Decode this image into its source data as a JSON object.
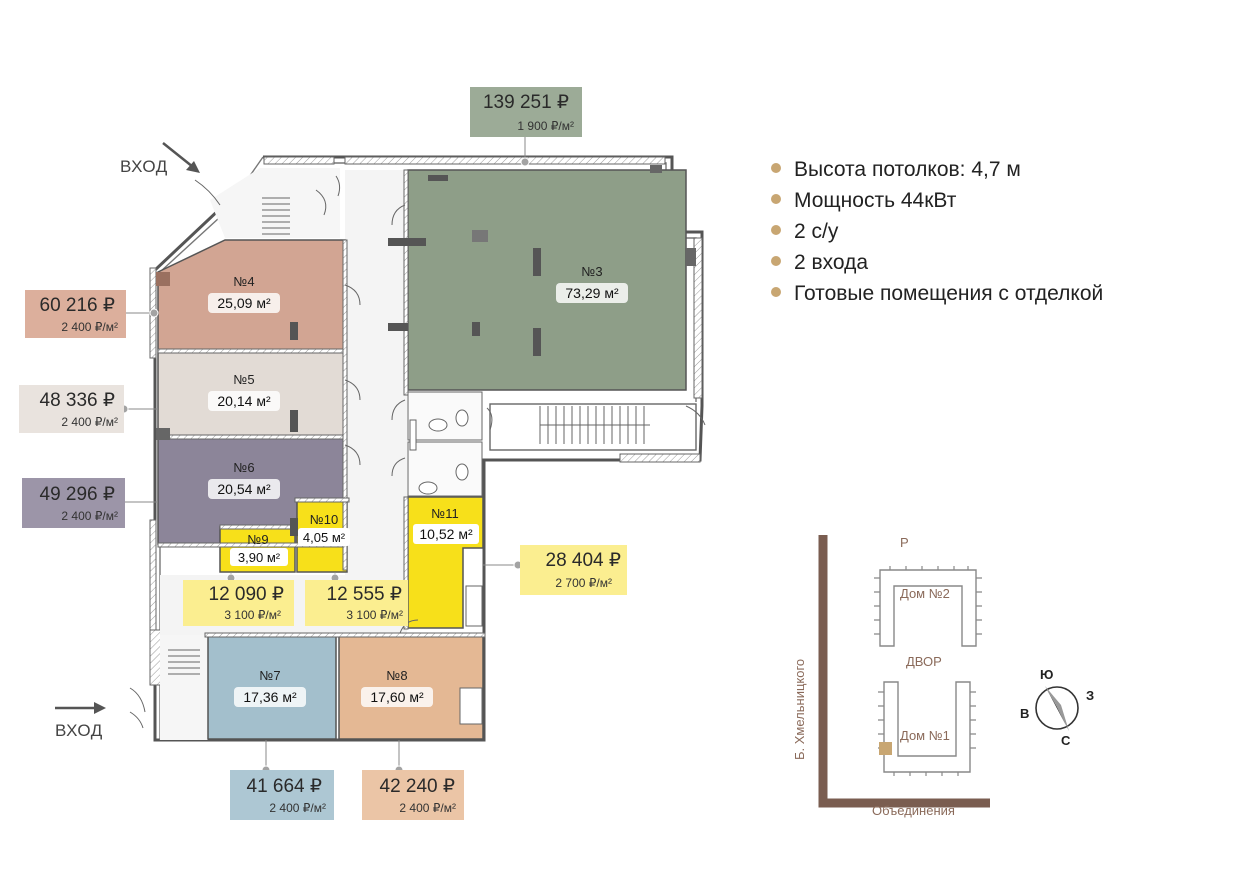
{
  "features": {
    "dot_color": "#c8a672",
    "items": [
      "Высота потолков: 4,7 м",
      "Мощность 44кВт",
      "2 с/у",
      "2 входа",
      "Готовые помещения с отделкой"
    ]
  },
  "entrances": {
    "top": "ВХОД",
    "bottom": "ВХОД"
  },
  "units": [
    {
      "id": "u3",
      "number": "№3",
      "area": "73,29 м²",
      "price": "139 251 ₽",
      "price_per_m2": "1 900 ₽/м²",
      "color": "#8e9e88",
      "tag_color": "#9cab97"
    },
    {
      "id": "u4",
      "number": "№4",
      "area": "25,09 м²",
      "price": "60 216 ₽",
      "price_per_m2": "2 400 ₽/м²",
      "color": "#d2a593",
      "tag_color": "#dcaf9c"
    },
    {
      "id": "u5",
      "number": "№5",
      "area": "20,14 м²",
      "price": "48 336 ₽",
      "price_per_m2": "2 400 ₽/м²",
      "color": "#e2dbd5",
      "tag_color": "#e9e3de"
    },
    {
      "id": "u6",
      "number": "№6",
      "area": "20,54 м²",
      "price": "49 296 ₽",
      "price_per_m2": "2 400 ₽/м²",
      "color": "#8c8599",
      "tag_color": "#9c95a8"
    },
    {
      "id": "u7",
      "number": "№7",
      "area": "17,36 м²",
      "price": "41 664 ₽",
      "price_per_m2": "2 400 ₽/м²",
      "color": "#a3bfcc",
      "tag_color": "#adc7d3"
    },
    {
      "id": "u8",
      "number": "№8",
      "area": "17,60 м²",
      "price": "42 240 ₽",
      "price_per_m2": "2 400 ₽/м²",
      "color": "#e4b894",
      "tag_color": "#ebc5a6"
    },
    {
      "id": "u9",
      "number": "№9",
      "area": "3,90 м²",
      "price": "12 090 ₽",
      "price_per_m2": "3 100 ₽/м²",
      "color": "#f7e01a",
      "tag_color": "#fbee90"
    },
    {
      "id": "u10",
      "number": "№10",
      "area": "4,05 м²",
      "price": "12 555 ₽",
      "price_per_m2": "3 100 ₽/м²",
      "color": "#f7e01a",
      "tag_color": "#fbee90"
    },
    {
      "id": "u11",
      "number": "№11",
      "area": "10,52 м²",
      "price": "28 404 ₽",
      "price_per_m2": "2 700 ₽/м²",
      "color": "#f7e01a",
      "tag_color": "#fbee90"
    }
  ],
  "site_map": {
    "street_left": "Б. Хмельницкого",
    "street_bottom": "Объединения",
    "top_label": "Р",
    "house_2": "Дом №2",
    "yard": "ДВОР",
    "house_1": "Дом №1",
    "street_color": "#7a5d50",
    "marker_color": "#c8a672"
  },
  "compass": {
    "north": "Ю",
    "east": "З",
    "south": "С",
    "west": "В"
  }
}
